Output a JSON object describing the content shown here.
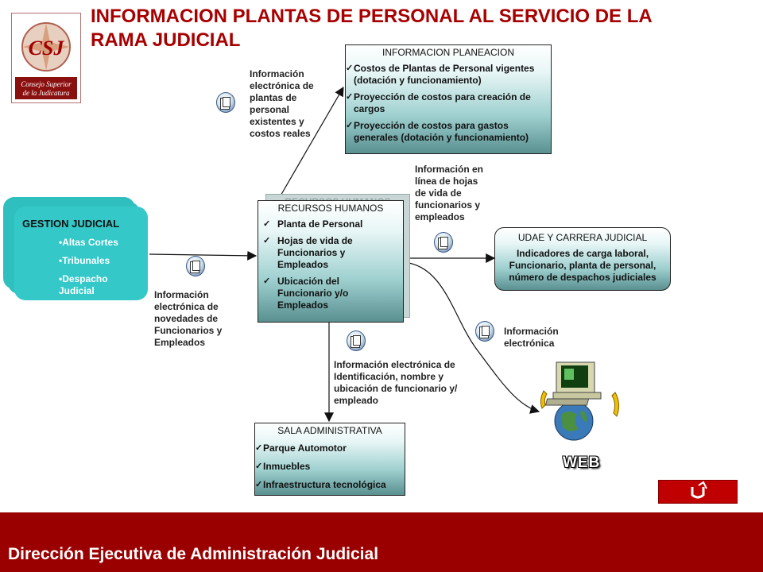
{
  "title": "INFORMACION PLANTAS DE PERSONAL AL SERVICIO DE LA RAMA JUDICIAL",
  "logo": {
    "text_main": "CSJ",
    "text_line1": "Consejo Superior",
    "text_line2": "de la Judicatura"
  },
  "gestion": {
    "title": "GESTION JUDICIAL",
    "items": [
      "•Altas Cortes",
      "•Tribunales",
      "•Despacho Judicial"
    ]
  },
  "recursos": {
    "shadow_title": "RECURSOS HUMANOS",
    "title": "RECURSOS HUMANOS",
    "items": [
      "Planta de Personal",
      "Hojas de vida de Funcionarios y Empleados",
      "Ubicación del Funcionario y/o Empleados"
    ]
  },
  "planeacion": {
    "title": "INFORMACION PLANEACION",
    "items": [
      "Costos de Plantas de Personal vigentes (dotación y funcionamiento)",
      "Proyección de costos para creación de cargos",
      "Proyección de costos para gastos generales (dotación y funcionamiento)"
    ]
  },
  "udae": {
    "title": "UDAE Y CARRERA JUDICIAL",
    "body": "Indicadores de carga laboral, Funcionario, planta de personal, número de despachos judiciales"
  },
  "sala": {
    "title": "SALA ADMINISTRATIVA",
    "items": [
      "Parque Automotor",
      "Inmuebles",
      "Infraestructura tecnológica"
    ]
  },
  "notes": {
    "plantas": "Información electrónica de plantas de personal existentes y costos reales",
    "novedades": "Información electrónica de novedades de Funcionarios y Empleados",
    "hojas": "Información en línea de hojas de vida de funcionarios y empleados",
    "electronica": "Información electrónica",
    "identificacion": "Información electrónica de Identificación, nombre y ubicación de funcionario y/ empleado"
  },
  "web_label": "WEB",
  "footer": "Dirección Ejecutiva de Administración Judicial",
  "colors": {
    "title": "#a80000",
    "footer_bg": "#9a0000",
    "gestion_bg": "#33c6c6",
    "box_dark": "#5a9090"
  },
  "icons": [
    "document-icon",
    "computer-globe-icon",
    "return-arrow-icon"
  ]
}
